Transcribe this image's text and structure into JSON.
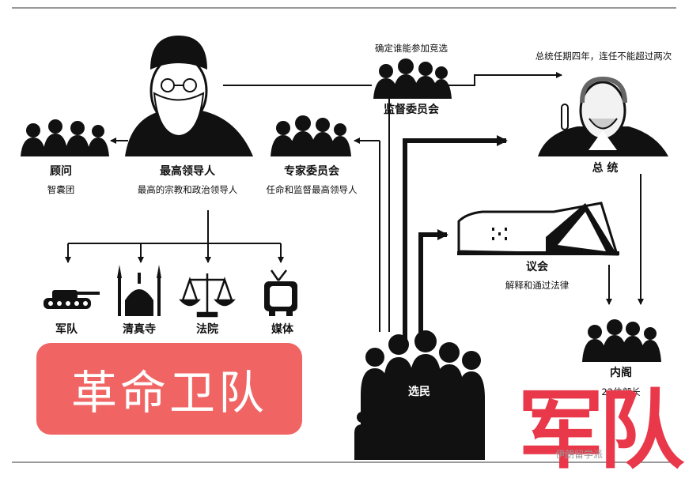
{
  "guardian_council": {
    "caption": "确定谁能参加竞选",
    "title": "监督委员会"
  },
  "president": {
    "caption": "总统任期四年，连任不能超过两次",
    "title": "总  统"
  },
  "advisors": {
    "title": "顾问",
    "subtitle": "智囊团"
  },
  "supreme_leader": {
    "title": "最高领导人",
    "subtitle": "最高的宗教和政治领导人"
  },
  "assembly_of_experts": {
    "title": "专家委员会",
    "subtitle": "任命和监督最高领导人"
  },
  "parliament": {
    "title": "议会",
    "subtitle": "解释和通过法律"
  },
  "branches": [
    {
      "title": "军队",
      "icon": "tank-icon"
    },
    {
      "title": "清真寺",
      "icon": "mosque-icon"
    },
    {
      "title": "法院",
      "icon": "scales-icon"
    },
    {
      "title": "媒体",
      "icon": "tv-icon"
    }
  ],
  "banner": {
    "text": "革命卫队"
  },
  "voters": {
    "title": "选民"
  },
  "cabinet": {
    "title": "内阁",
    "subtitle": "22位部长"
  },
  "stamp": {
    "text": "军队"
  },
  "watermark": {
    "text": "伊朗留学派"
  },
  "colors": {
    "banner": "#f06464",
    "stamp": "#e8384a",
    "ink": "#111111"
  }
}
